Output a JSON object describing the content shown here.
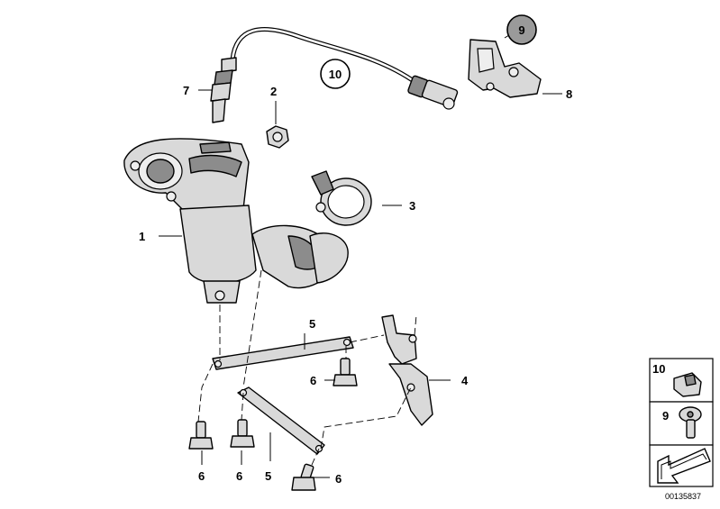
{
  "diagram": {
    "labels": {
      "catalytic_converter": "1",
      "hex_nut": "2",
      "clamp": "3",
      "bracket": "4",
      "strut_upper": "5",
      "strut_lower": "5",
      "bolt_mid": "6",
      "bolt_left": "6",
      "bolt_center": "6",
      "bolt_lower": "6",
      "oxygen_sensor": "7",
      "holder": "8",
      "circled_ref_9": "9",
      "circled_ref_10": "10"
    },
    "legend": {
      "item_10": "10",
      "item_9": "9"
    },
    "reference_number": "00135837"
  },
  "colors": {
    "stroke": "#000000",
    "part_fill": "#d9d9d9",
    "part_shade": "#8c8c8c",
    "highlight_circle": "#9a9a9a",
    "background": "#ffffff"
  }
}
